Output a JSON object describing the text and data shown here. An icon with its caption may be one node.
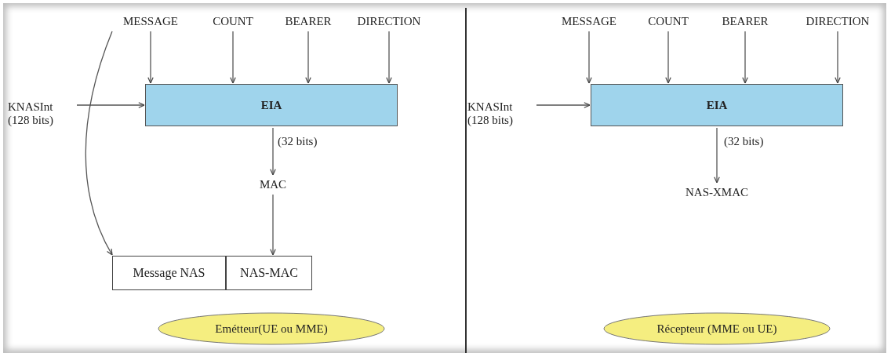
{
  "diagram": {
    "nodes": [
      {
        "text": [
          "MESSAGE"
        ]
      },
      {
        "text": [
          "COUNT"
        ]
      },
      {
        "text": [
          "BEARER"
        ]
      },
      {
        "text": [
          "DIRECTION"
        ]
      },
      {
        "text": [
          "KNASInt",
          "(128 bits)"
        ]
      },
      {
        "text": [
          "EIA"
        ]
      },
      {
        "text": [
          "MAC"
        ]
      },
      {
        "text": [
          "Message NAS"
        ]
      },
      {
        "text": [
          "NAS-MAC"
        ]
      },
      {
        "text": [
          "Emétteur(UE ou MME)"
        ]
      },
      {
        "text": [
          "MESSAGE"
        ]
      },
      {
        "text": [
          "COUNT"
        ]
      },
      {
        "text": [
          "BEARER"
        ]
      },
      {
        "text": [
          "DIRECTION"
        ]
      },
      {
        "text": [
          "KNASInt",
          "(128 bits)"
        ]
      },
      {
        "text": [
          "EIA"
        ]
      },
      {
        "text": [
          "NAS-XMAC"
        ]
      },
      {
        "text": [
          "Récepteur (MME ou UE)"
        ]
      }
    ],
    "edges": [
      {
        "from": 0,
        "to": 5,
        "arrow": "to"
      },
      {
        "from": 1,
        "to": 5,
        "arrow": "to"
      },
      {
        "from": 2,
        "to": 5,
        "arrow": "to"
      },
      {
        "from": 3,
        "to": 5,
        "arrow": "to"
      },
      {
        "from": 4,
        "to": 5,
        "arrow": "to"
      },
      {
        "from": 5,
        "to": 6,
        "arrow": "to",
        "label": "(32 bits)"
      },
      {
        "from": 6,
        "to": 8,
        "arrow": "to"
      },
      {
        "from": 0,
        "to": 7,
        "arrow": "to"
      },
      {
        "from": 10,
        "to": 15,
        "arrow": "to"
      },
      {
        "from": 11,
        "to": 15,
        "arrow": "to"
      },
      {
        "from": 12,
        "to": 15,
        "arrow": "to"
      },
      {
        "from": 13,
        "to": 15,
        "arrow": "to"
      },
      {
        "from": 14,
        "to": 15,
        "arrow": "to"
      },
      {
        "from": 15,
        "to": 16,
        "arrow": "to",
        "label": "(32 bits)"
      }
    ]
  }
}
